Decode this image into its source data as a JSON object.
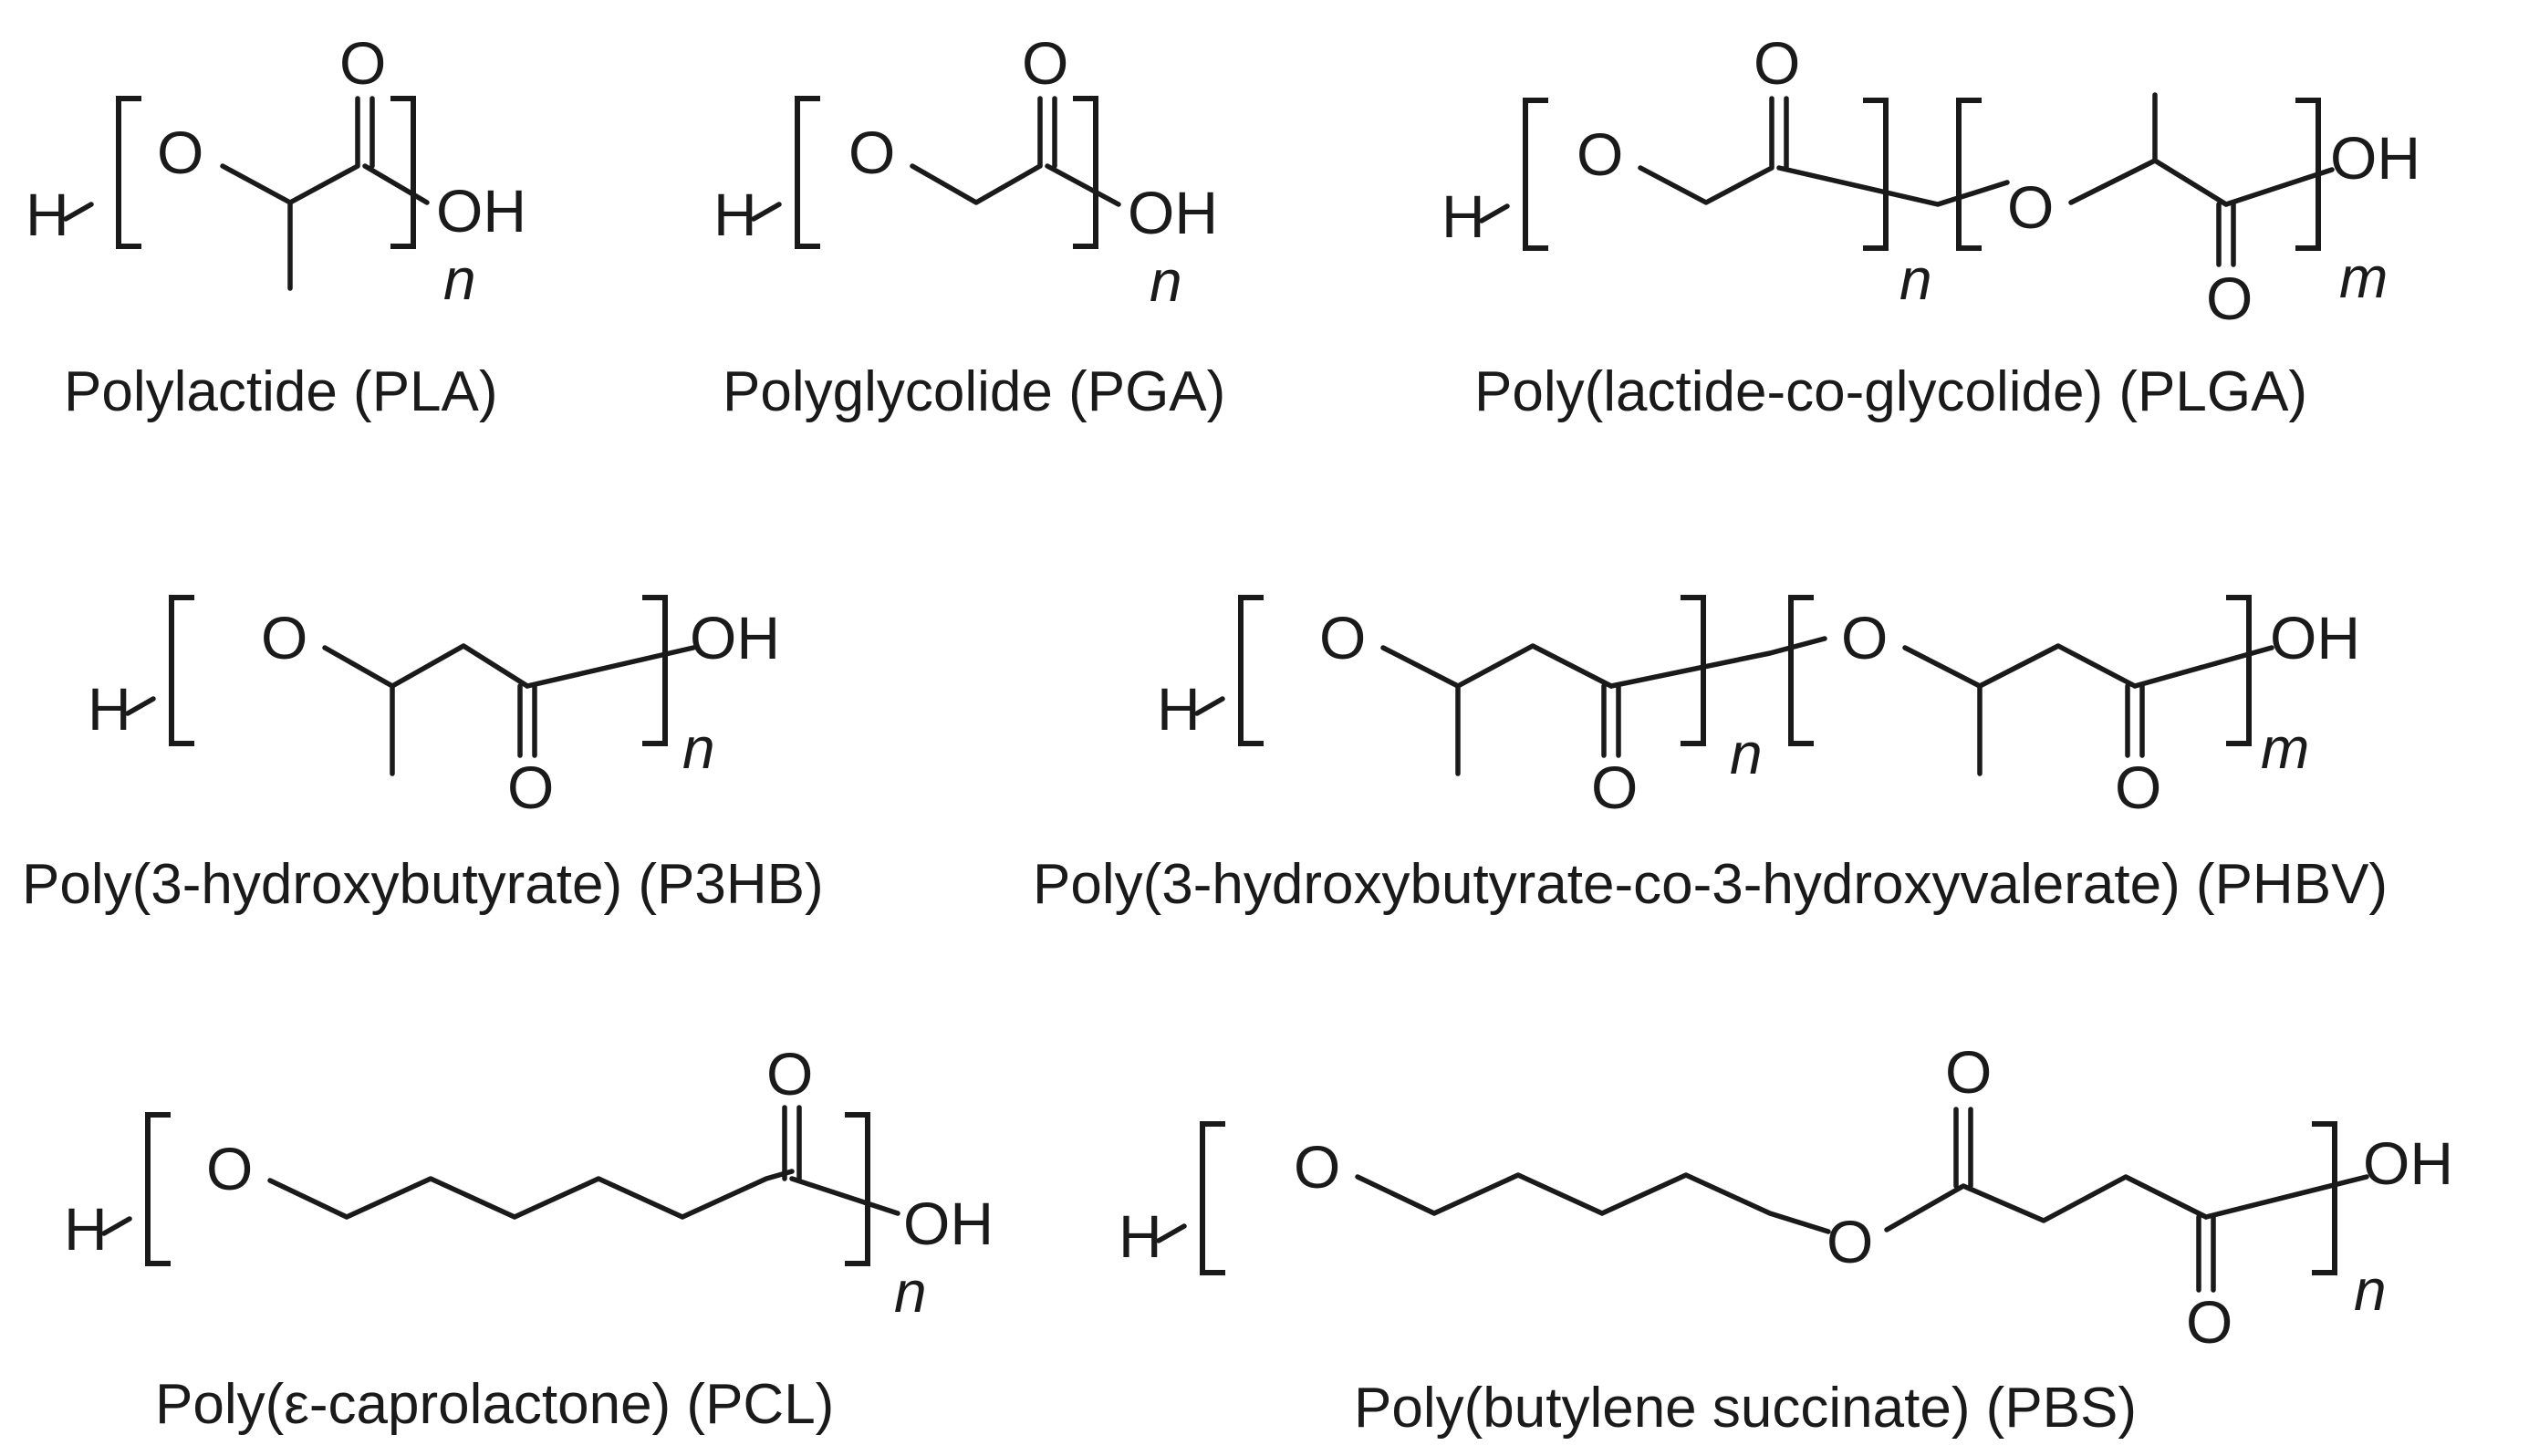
{
  "atoms": {
    "oxygen": "O",
    "hydrogen": "H",
    "hydroxyl": "OH"
  },
  "structures": [
    {
      "id": "pla",
      "caption": "Polylactide (PLA)",
      "repeat_labels": [
        "n"
      ]
    },
    {
      "id": "pga",
      "caption": "Polyglycolide (PGA)",
      "repeat_labels": [
        "n"
      ]
    },
    {
      "id": "plga",
      "caption": "Poly(lactide-co-glycolide) (PLGA)",
      "repeat_labels": [
        "n",
        "m"
      ]
    },
    {
      "id": "p3hb",
      "caption": "Poly(3-hydroxybutyrate) (P3HB)",
      "repeat_labels": [
        "n"
      ]
    },
    {
      "id": "phbv",
      "caption": "Poly(3-hydroxybutyrate-co-3-hydroxyvalerate) (PHBV)",
      "repeat_labels": [
        "n",
        "m"
      ]
    },
    {
      "id": "pcl",
      "caption": "Poly(ε-caprolactone) (PCL)",
      "repeat_labels": [
        "n"
      ]
    },
    {
      "id": "pbs",
      "caption": "Poly(butylene succinate) (PBS)",
      "repeat_labels": [
        "n"
      ]
    }
  ]
}
